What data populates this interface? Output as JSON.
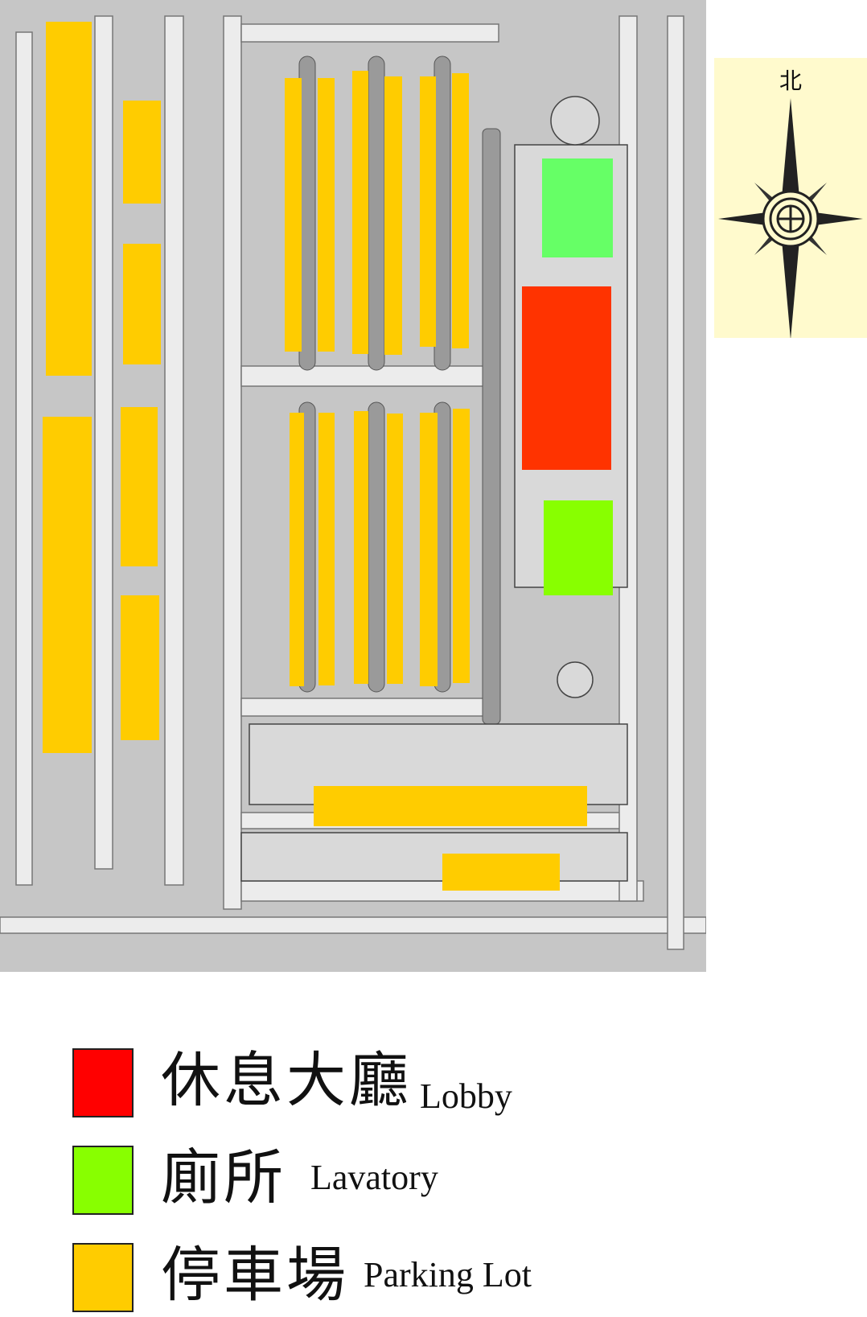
{
  "colors": {
    "lobby": "#ff3300",
    "lavatory_1": "#66ff66",
    "lavatory_2": "#88ff00",
    "parking": "#ffcc00",
    "map_bg": "#c8c8c8",
    "map_road": "#e8e8e8",
    "compass_bg": "#fffacd"
  },
  "compass": {
    "north_label": "北",
    "icon": "compass-rose-icon"
  },
  "legend": [
    {
      "key": "lobby",
      "zh": "休息大廳",
      "en": "Lobby",
      "color": "#ff0000"
    },
    {
      "key": "lavatory",
      "zh": "廁所",
      "en": "Lavatory",
      "color": "#88ff00"
    },
    {
      "key": "parking",
      "zh": "停車場",
      "en": "Parking Lot",
      "color": "#ffcc00"
    }
  ]
}
